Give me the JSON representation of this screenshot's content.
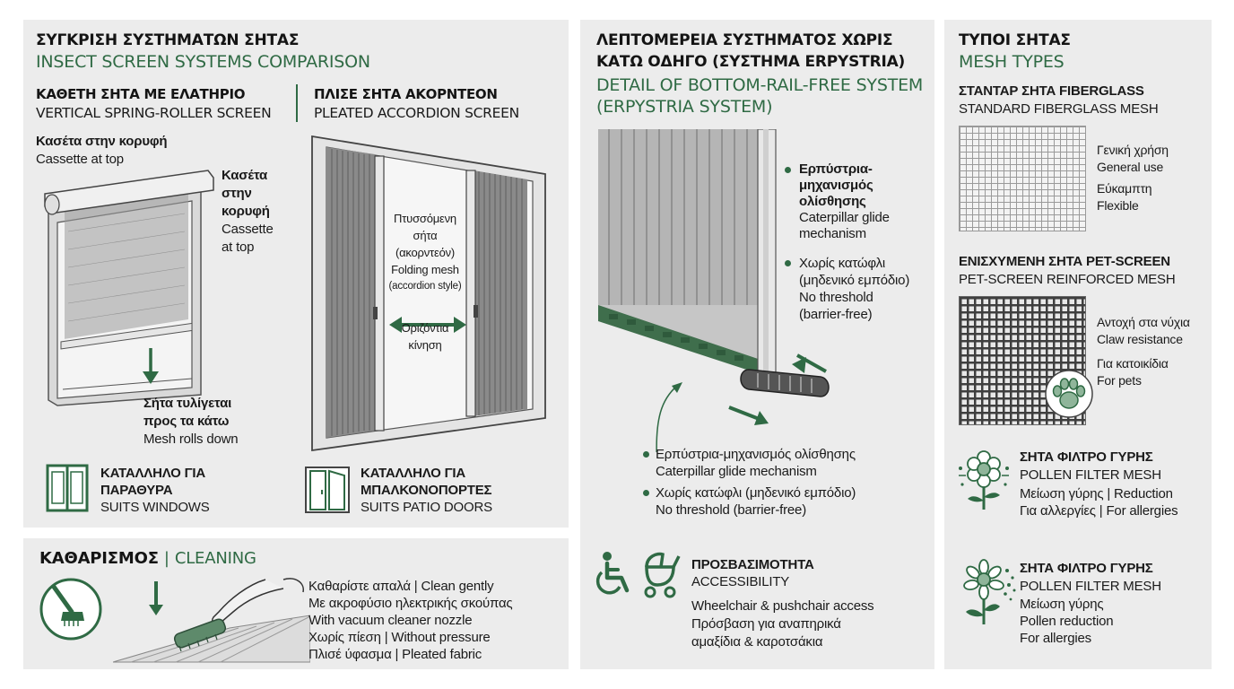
{
  "colors": {
    "accent_green": "#2f6a44",
    "panel_bg": "#ececec",
    "text_dark": "#141414"
  },
  "comparison": {
    "title_el": "ΣΥΓΚΡΙΣΗ ΣΥΣΤΗΜΑΤΩΝ ΣΗΤΑΣ",
    "title_en": "INSECT SCREEN SYSTEMS COMPARISON",
    "vertical": {
      "title_el": "ΚΑΘΕΤΗ ΣΗΤΑ ΜΕ ΕΛΑΤΗΡΙΟ",
      "title_en": "VERTICAL SPRING-ROLLER SCREEN",
      "cassette_top_el": "Κασέτα στην κορυφή",
      "cassette_top_en": "Cassette at top",
      "cassette_side": [
        "Κασέτα",
        "στην",
        "κορυφή",
        "Cassette",
        "at top"
      ],
      "rolls_el_1": "Σήτα τυλίγεται",
      "rolls_el_2": "προς τα κάτω",
      "rolls_en": "Mesh rolls down",
      "suits_el_1": "ΚΑΤΑΛΛΗΛΟ ΓΙΑ",
      "suits_el_2": "ΠΑΡΑΘΥΡΑ",
      "suits_en": "SUITS WINDOWS",
      "icon": "window-icon"
    },
    "pleated": {
      "title_el": "ΠΛΙΣΕ ΣΗΤΑ ΑΚΟΡΝΤΕΟΝ",
      "title_en": "PLEATED ACCORDION SCREEN",
      "folding": [
        "Πτυσσόμενη",
        "σήτα",
        "(ακορντεόν)",
        "Folding mesh",
        "(accordion style)"
      ],
      "horizontal": [
        "Οριζόντια",
        "κίνηση"
      ],
      "suits_el_1": "ΚΑΤΑΛΛΗΛΟ ΓΙΑ",
      "suits_el_2": "ΜΠΑΛΚΟΝΟΠΟΡΤΕΣ",
      "suits_en": "SUITS PATIO DOORS",
      "icon": "patio-door-icon"
    }
  },
  "cleaning": {
    "title_el": "ΚΑΘΑΡΙΣΜΟΣ",
    "separator": "|",
    "title_en": "CLEANING",
    "lines": [
      "Καθαρίστε απαλά | Clean gently",
      "Με ακροφύσιο ηλεκτρικής σκούπας",
      "With vacuum cleaner nozzle",
      "Χωρίς πίεση | Without pressure",
      "Πλισέ ύφασμα | Pleated fabric"
    ],
    "icons": [
      "vacuum-nozzle-icon",
      "brush-icon"
    ]
  },
  "detail": {
    "title_el_1": "ΛΕΠΤΟΜΕΡΕΙΑ ΣΥΣΤΗΜΑΤΟΣ ΧΩΡΙΣ",
    "title_el_2": "ΚΑΤΩ ΟΔΗΓΟ (ΣΥΣΤΗΜΑ ERPYSTRIA)",
    "title_en_1": "DETAIL OF BOTTOM-RAIL-FREE SYSTEM",
    "title_en_2": "(ERPYSTRIA SYSTEM)",
    "callout1": [
      "Ερπύστρια-",
      "μηχανισμός",
      "ολίσθησης",
      "Caterpillar glide",
      "mechanism"
    ],
    "callout2": [
      "Χωρίς κατώφλι",
      "(μηδενικό εμπόδιο)",
      "No threshold",
      "(barrier-free)"
    ],
    "bullet1_el": "Ερπύστρια-μηχανισμός ολίσθησης",
    "bullet1_en": "Caterpillar glide mechanism",
    "bullet2_el": "Χωρίς κατώφλι (μηδενικό εμπόδιο)",
    "bullet2_en": "No threshold (barrier-free)",
    "access_title_el": "ΠΡΟΣΒΑΣΙΜΟΤΗΤΑ",
    "access_title_en": "ACCESSIBILITY",
    "access_lines": [
      "Wheelchair & pushchair access",
      "Πρόσβαση για αναπηρικά",
      "αμαξίδια & καροτσάκια"
    ],
    "icons": [
      "wheelchair-icon",
      "pushchair-icon"
    ]
  },
  "mesh": {
    "title_el": "ΤΥΠΟΙ ΣΗΤΑΣ",
    "title_en": "MESH TYPES",
    "standard": {
      "title_el": "ΣΤΑΝΤΑΡ ΣΗΤΑ FIBERGLASS",
      "title_en": "STANDARD FIBERGLASS MESH",
      "lines": [
        "Γενική χρήση",
        "General use",
        "Εύκαμπτη",
        "Flexible"
      ]
    },
    "pet": {
      "title_el": "ΕΝΙΣΧΥΜΕΝΗ ΣΗΤΑ PET-SCREEN",
      "title_en": "PET-SCREEN REINFORCED MESH",
      "lines": [
        "Αντοχή στα νύχια",
        "Claw resistance",
        "Για κατοικίδια",
        "For pets"
      ],
      "icon": "paw-icon"
    },
    "pollen1": {
      "title_el": "ΣΗΤΑ ΦΙΛΤΡΟ ΓΥΡΗΣ",
      "title_en": "POLLEN FILTER MESH",
      "lines": [
        "Μείωση γύρης | Reduction",
        "Για αλλεργίες | For allergies"
      ],
      "icon": "flower-icon"
    },
    "pollen2": {
      "title_el": "ΣΗΤΑ ΦΙΛΤΡΟ ΓΥΡΗΣ",
      "title_en": "POLLEN FILTER MESH",
      "lines": [
        "Μείωση γύρης",
        "Pollen reduction",
        "For allergies"
      ],
      "icon": "flower-icon"
    }
  }
}
